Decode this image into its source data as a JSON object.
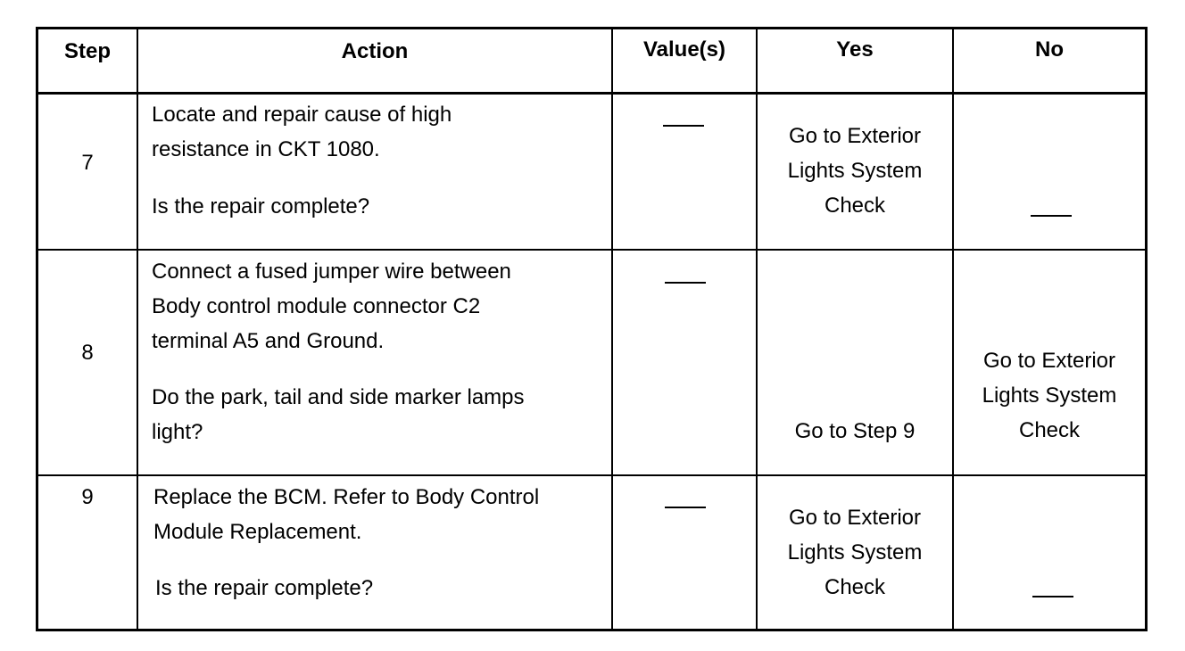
{
  "table": {
    "headers": {
      "step": "Step",
      "action": "Action",
      "values": "Value(s)",
      "yes": "Yes",
      "no": "No"
    },
    "rows": [
      {
        "step": "7",
        "action_instruction_lines": [
          "Locate and repair cause of high",
          "resistance in CKT 1080."
        ],
        "action_question": "Is the repair complete?",
        "values": "—",
        "yes_lines": [
          "Go to Exterior",
          "Lights System",
          "Check"
        ],
        "no": "—"
      },
      {
        "step": "8",
        "action_instruction_lines": [
          "Connect a fused jumper wire between",
          "Body control module connector C2",
          "terminal A5 and  Ground."
        ],
        "action_question_lines": [
          "Do the park, tail and side marker lamps",
          "light?"
        ],
        "values": "—",
        "yes": "Go to Step 9",
        "no_lines": [
          "Go to Exterior",
          "Lights System",
          "Check"
        ]
      },
      {
        "step": "9",
        "action_instruction_lines": [
          "Replace the BCM. Refer to Body Control",
          "Module Replacement."
        ],
        "action_question": "Is the repair complete?",
        "values": "—",
        "yes_lines": [
          "Go to Exterior",
          "Lights System",
          "Check"
        ],
        "no": "—"
      }
    ]
  }
}
